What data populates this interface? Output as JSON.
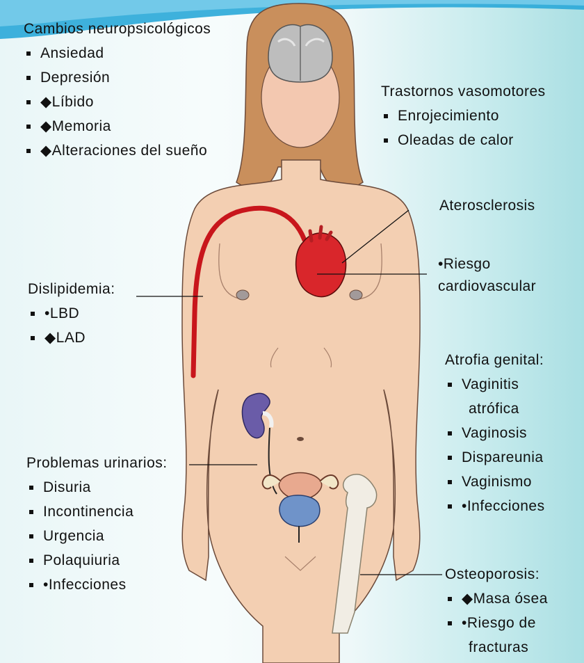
{
  "neuro": {
    "title": "Cambios neuropsicológicos",
    "items": [
      "Ansiedad",
      "Depresión",
      "◆Líbido",
      "◆Memoria",
      "◆Alteraciones del sueño"
    ]
  },
  "vaso": {
    "title": "Trastornos vasomotores",
    "items": [
      "Enrojecimiento",
      "Oleadas de calor"
    ]
  },
  "athero": {
    "label": "Aterosclerosis"
  },
  "cardio": {
    "line1": "•Riesgo",
    "line2": "cardiovascular"
  },
  "dyslip": {
    "title": "Dislipidemia:",
    "items": [
      "•LBD",
      "◆LAD"
    ]
  },
  "genital": {
    "title": "Atrofia genital:",
    "items": [
      "Vaginitis",
      "atrófica",
      "Vaginosis",
      "Dispareunia",
      "Vaginismo",
      "•Infecciones"
    ]
  },
  "urinary": {
    "title": "Problemas urinarios:",
    "items": [
      "Disuria",
      "Incontinencia",
      "Urgencia",
      "Polaquiuria",
      "•Infecciones"
    ]
  },
  "osteo": {
    "title": "Osteoporosis:",
    "items": [
      "◆Masa ósea",
      "•Riesgo de",
      "fracturas"
    ]
  },
  "colors": {
    "skin": "#f3cfb2",
    "skin_outline": "#6b4a3a",
    "hair": "#c98f5c",
    "brain": "#bdbdbd",
    "heart": "#d9262b",
    "artery": "#c8161c",
    "kidney": "#6a5ca8",
    "bladder": "#6f93c9",
    "uterus": "#e8a98f",
    "bone": "#f1ede4",
    "accent_band": "#28a7d8"
  }
}
